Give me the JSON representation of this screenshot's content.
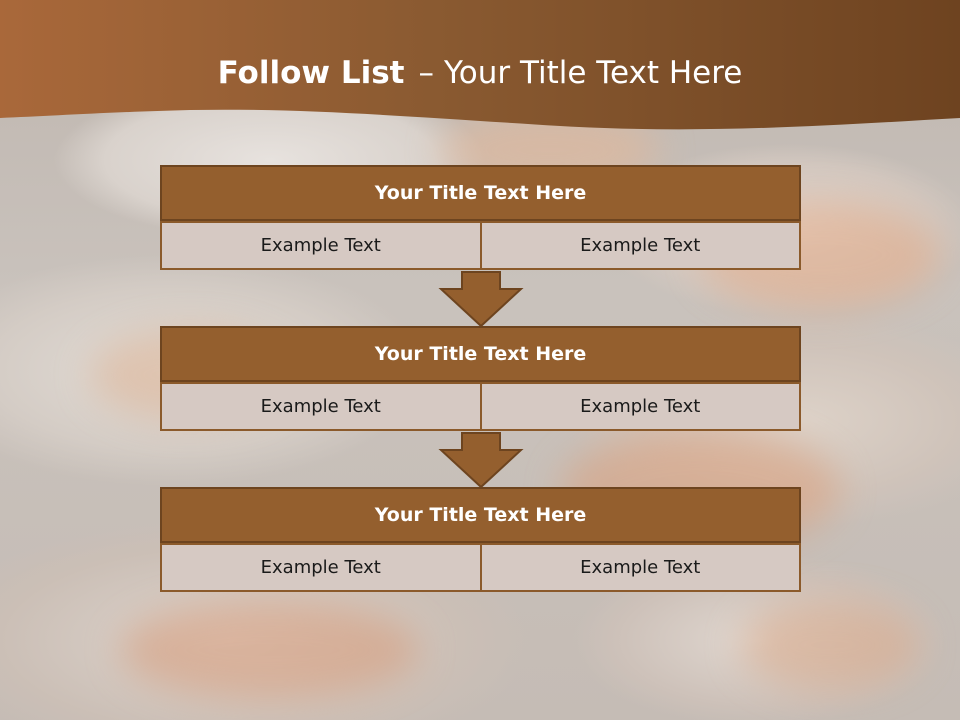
{
  "slide": {
    "title_bold": "Follow List",
    "title_sep": "–",
    "title_rest": "Your Title Text Here"
  },
  "steps": [
    {
      "title": "Your Title Text Here",
      "left": "Example Text",
      "right": "Example Text"
    },
    {
      "title": "Your Title Text Here",
      "left": "Example Text",
      "right": "Example Text"
    },
    {
      "title": "Your Title Text Here",
      "left": "Example Text",
      "right": "Example Text"
    }
  ],
  "colors": {
    "header": "#8a5525",
    "title_box": "#945f2e",
    "cell": "#d6c9c3",
    "border": "#6d441f"
  }
}
